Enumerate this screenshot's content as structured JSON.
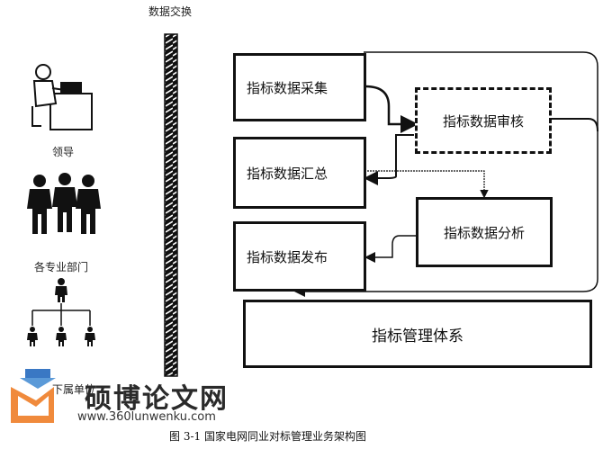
{
  "header": {
    "title": "数据交换"
  },
  "left": {
    "leader_label": "领导",
    "departments_label": "各专业部门",
    "subunits_label": "下属单位"
  },
  "boxes": {
    "collect": "指标数据采集",
    "summary": "指标数据汇总",
    "publish": "指标数据发布",
    "audit": "指标数据审核",
    "analysis": "指标数据分析",
    "system": "指标管理体系"
  },
  "watermark": {
    "title": "硕博论文网",
    "url": "www.360lunwenku.com"
  },
  "caption": "图 3-1  国家电网同业对标管理业务架构图"
}
